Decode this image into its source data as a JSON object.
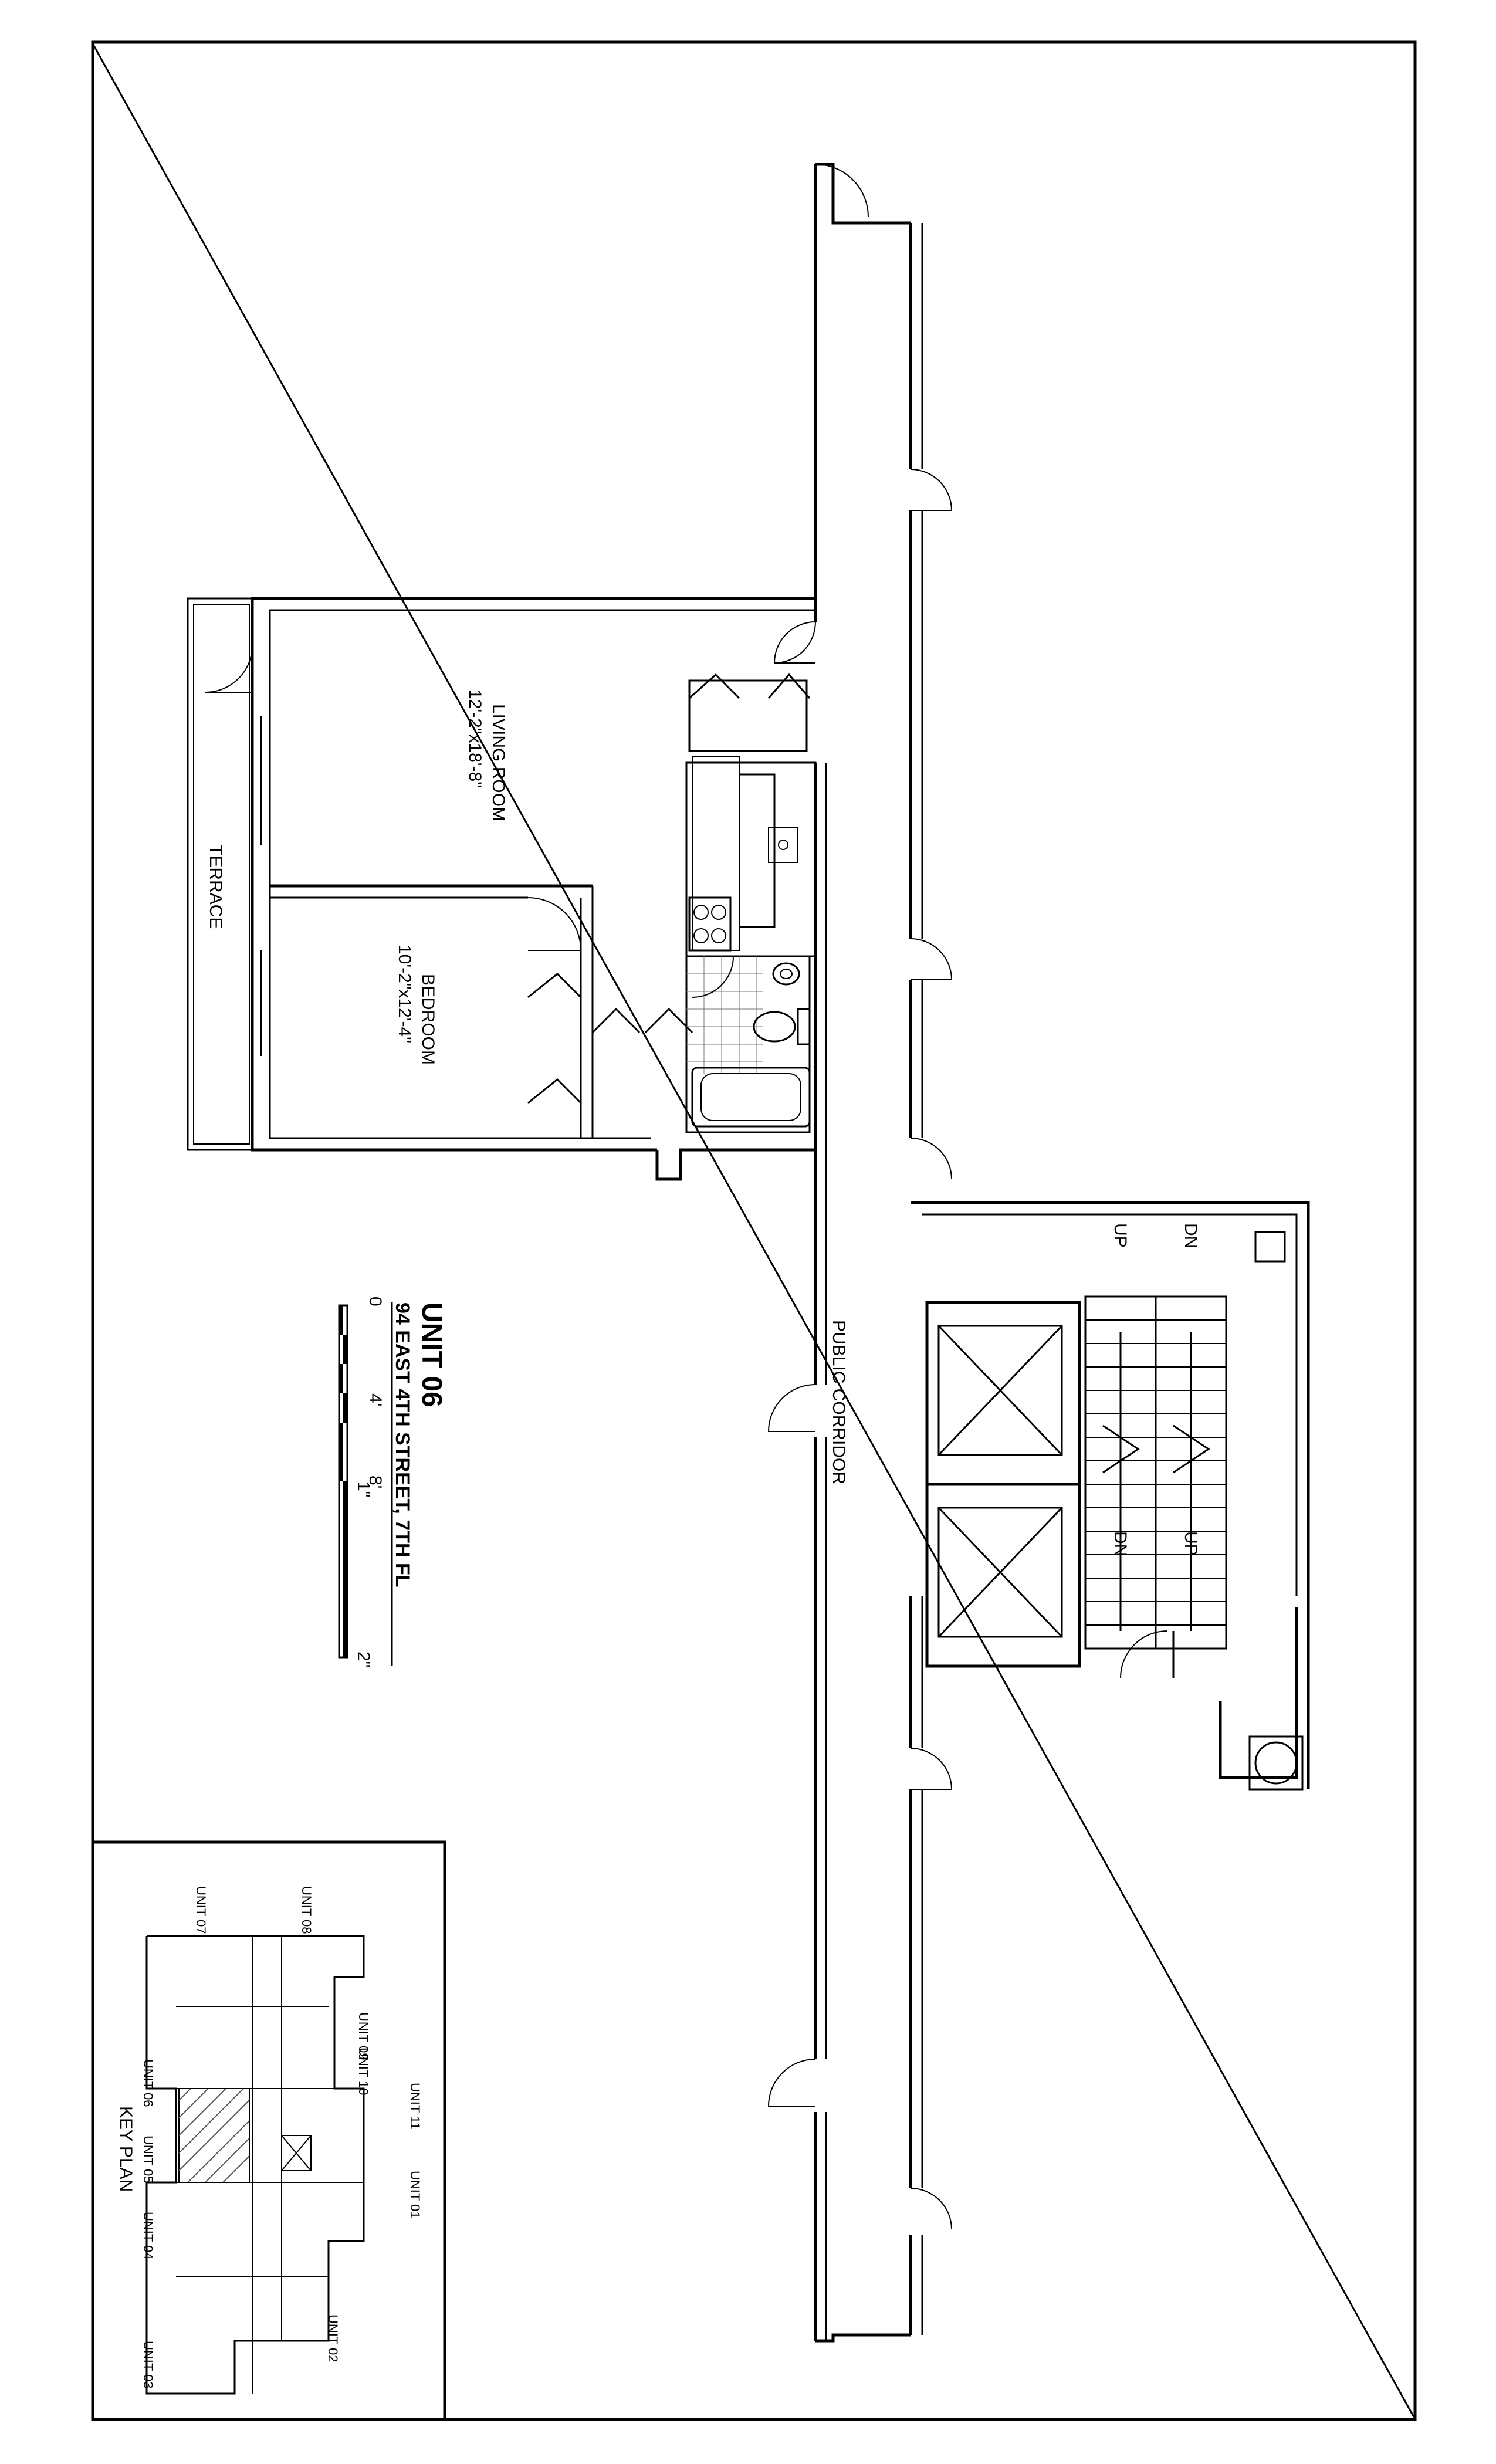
{
  "title": {
    "unit": "UNIT 06",
    "address": "94 EAST 4TH STREET, 7TH FL"
  },
  "scale_bar": {
    "ticks": [
      "0",
      "4'",
      "8'",
      "1\"",
      "2\""
    ]
  },
  "rooms": {
    "living": {
      "name": "LIVING ROOM",
      "dims": "12'-2\"x18'-8\""
    },
    "bedroom": {
      "name": "BEDROOM",
      "dims": "10'-2\"x12'-4\""
    },
    "terrace": {
      "name": "TERRACE"
    },
    "corridor": {
      "name": "PUBLIC CORRIDOR"
    }
  },
  "stairs": {
    "up1": "UP",
    "dn1": "DN",
    "dn2": "DN",
    "up2": "UP"
  },
  "key_plan": {
    "title": "KEY PLAN",
    "units": {
      "u01": "UNIT 01",
      "u02": "UNIT 02",
      "u03": "UNIT 03",
      "u04": "UNIT 04",
      "u05": "UNIT 05",
      "u06": "UNIT 06",
      "u07": "UNIT 07",
      "u08": "UNIT 08",
      "u09": "UNIT 09",
      "u10": "UNIT 10",
      "u11": "UNIT 11"
    }
  }
}
